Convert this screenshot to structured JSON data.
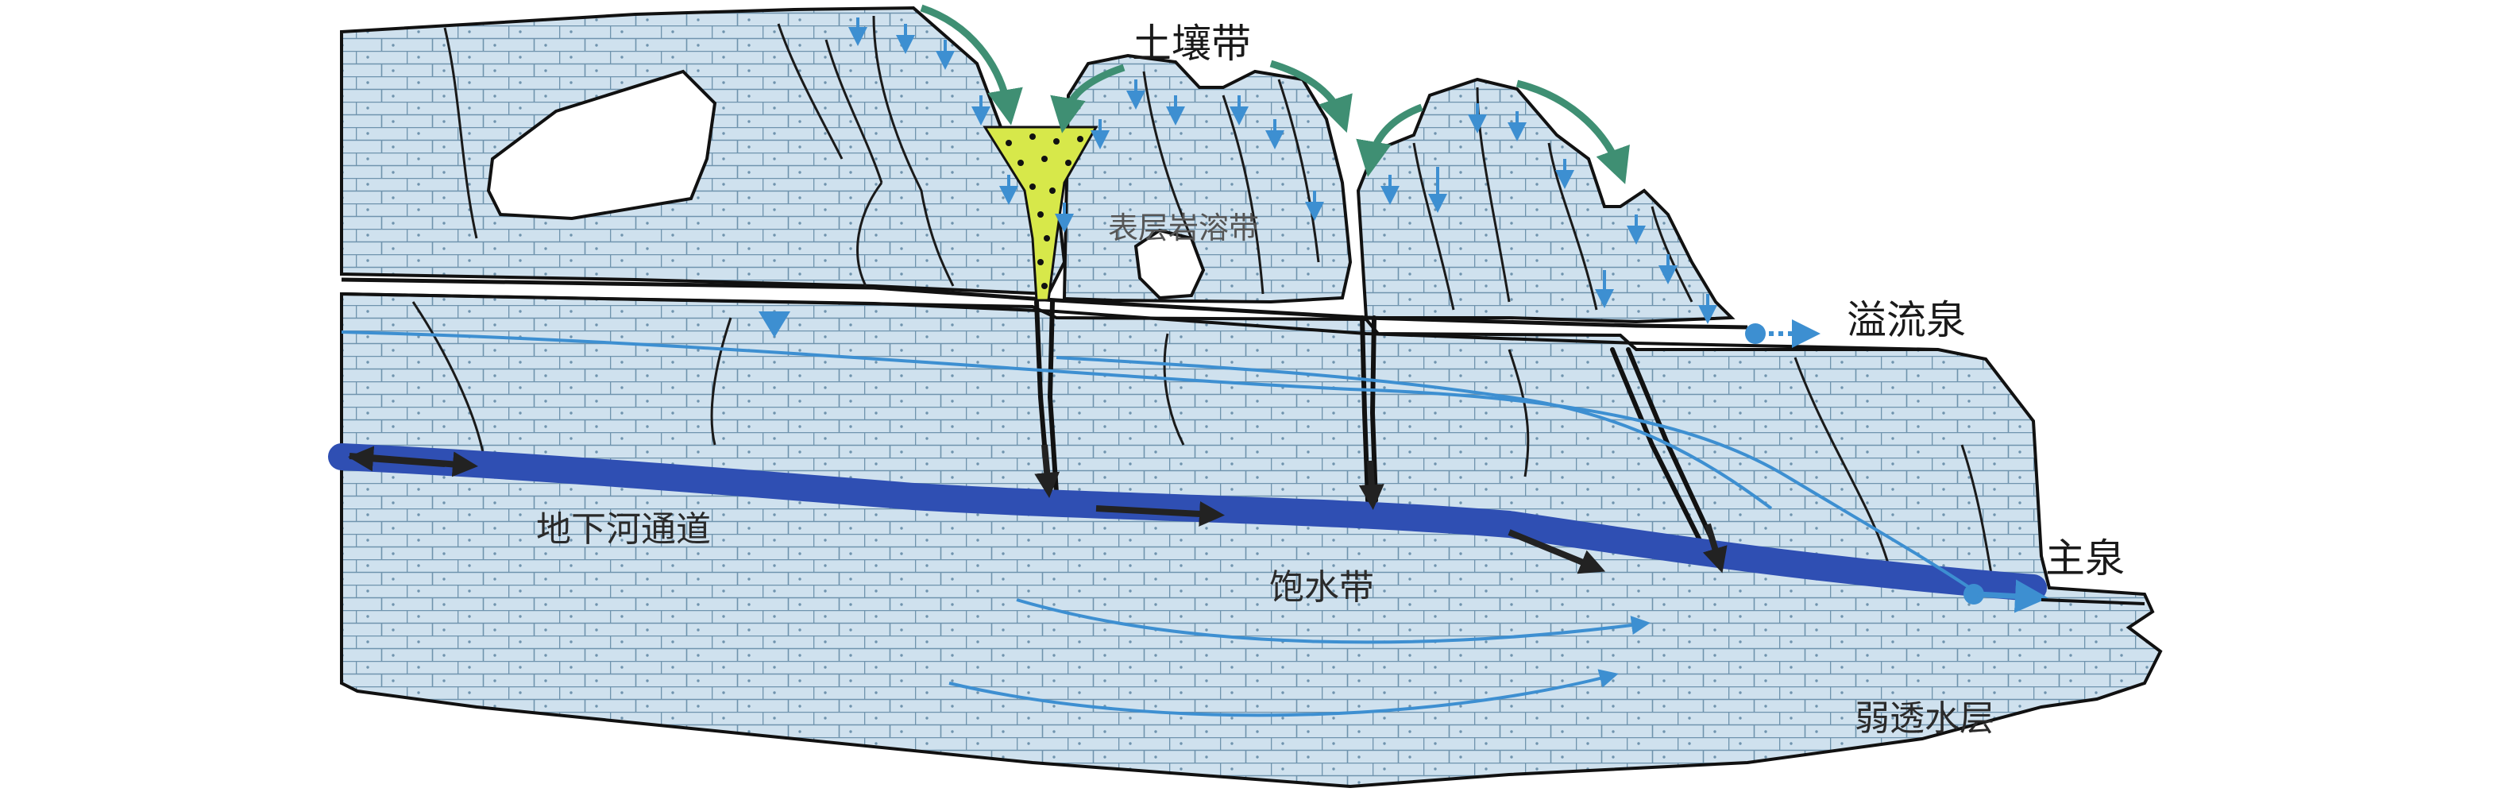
{
  "labels": {
    "soil_zone": "土壤带",
    "epikarst_zone": "表层岩溶带",
    "overflow_spring": "溢流泉",
    "underground_river_channel": "地下河通道",
    "main_spring": "主泉",
    "saturated_zone": "饱水带",
    "aquitard": "弱透水层"
  },
  "colors": {
    "limestone_fill": "#cfe1ee",
    "brick_line": "#6f93ad",
    "outline": "#111111",
    "underground_river": "#2f4fb3",
    "groundwater_flow": "#3d8fd1",
    "soil_fill": "#d7e84a",
    "overland_flow_arrow": "#3f8f73",
    "channel_flow_arrow": "#222222",
    "cave_void": "#ffffff"
  },
  "icons": {
    "water_table_marker": "triangle-down-icon",
    "spring_outlet": "circle-dot-icon"
  }
}
